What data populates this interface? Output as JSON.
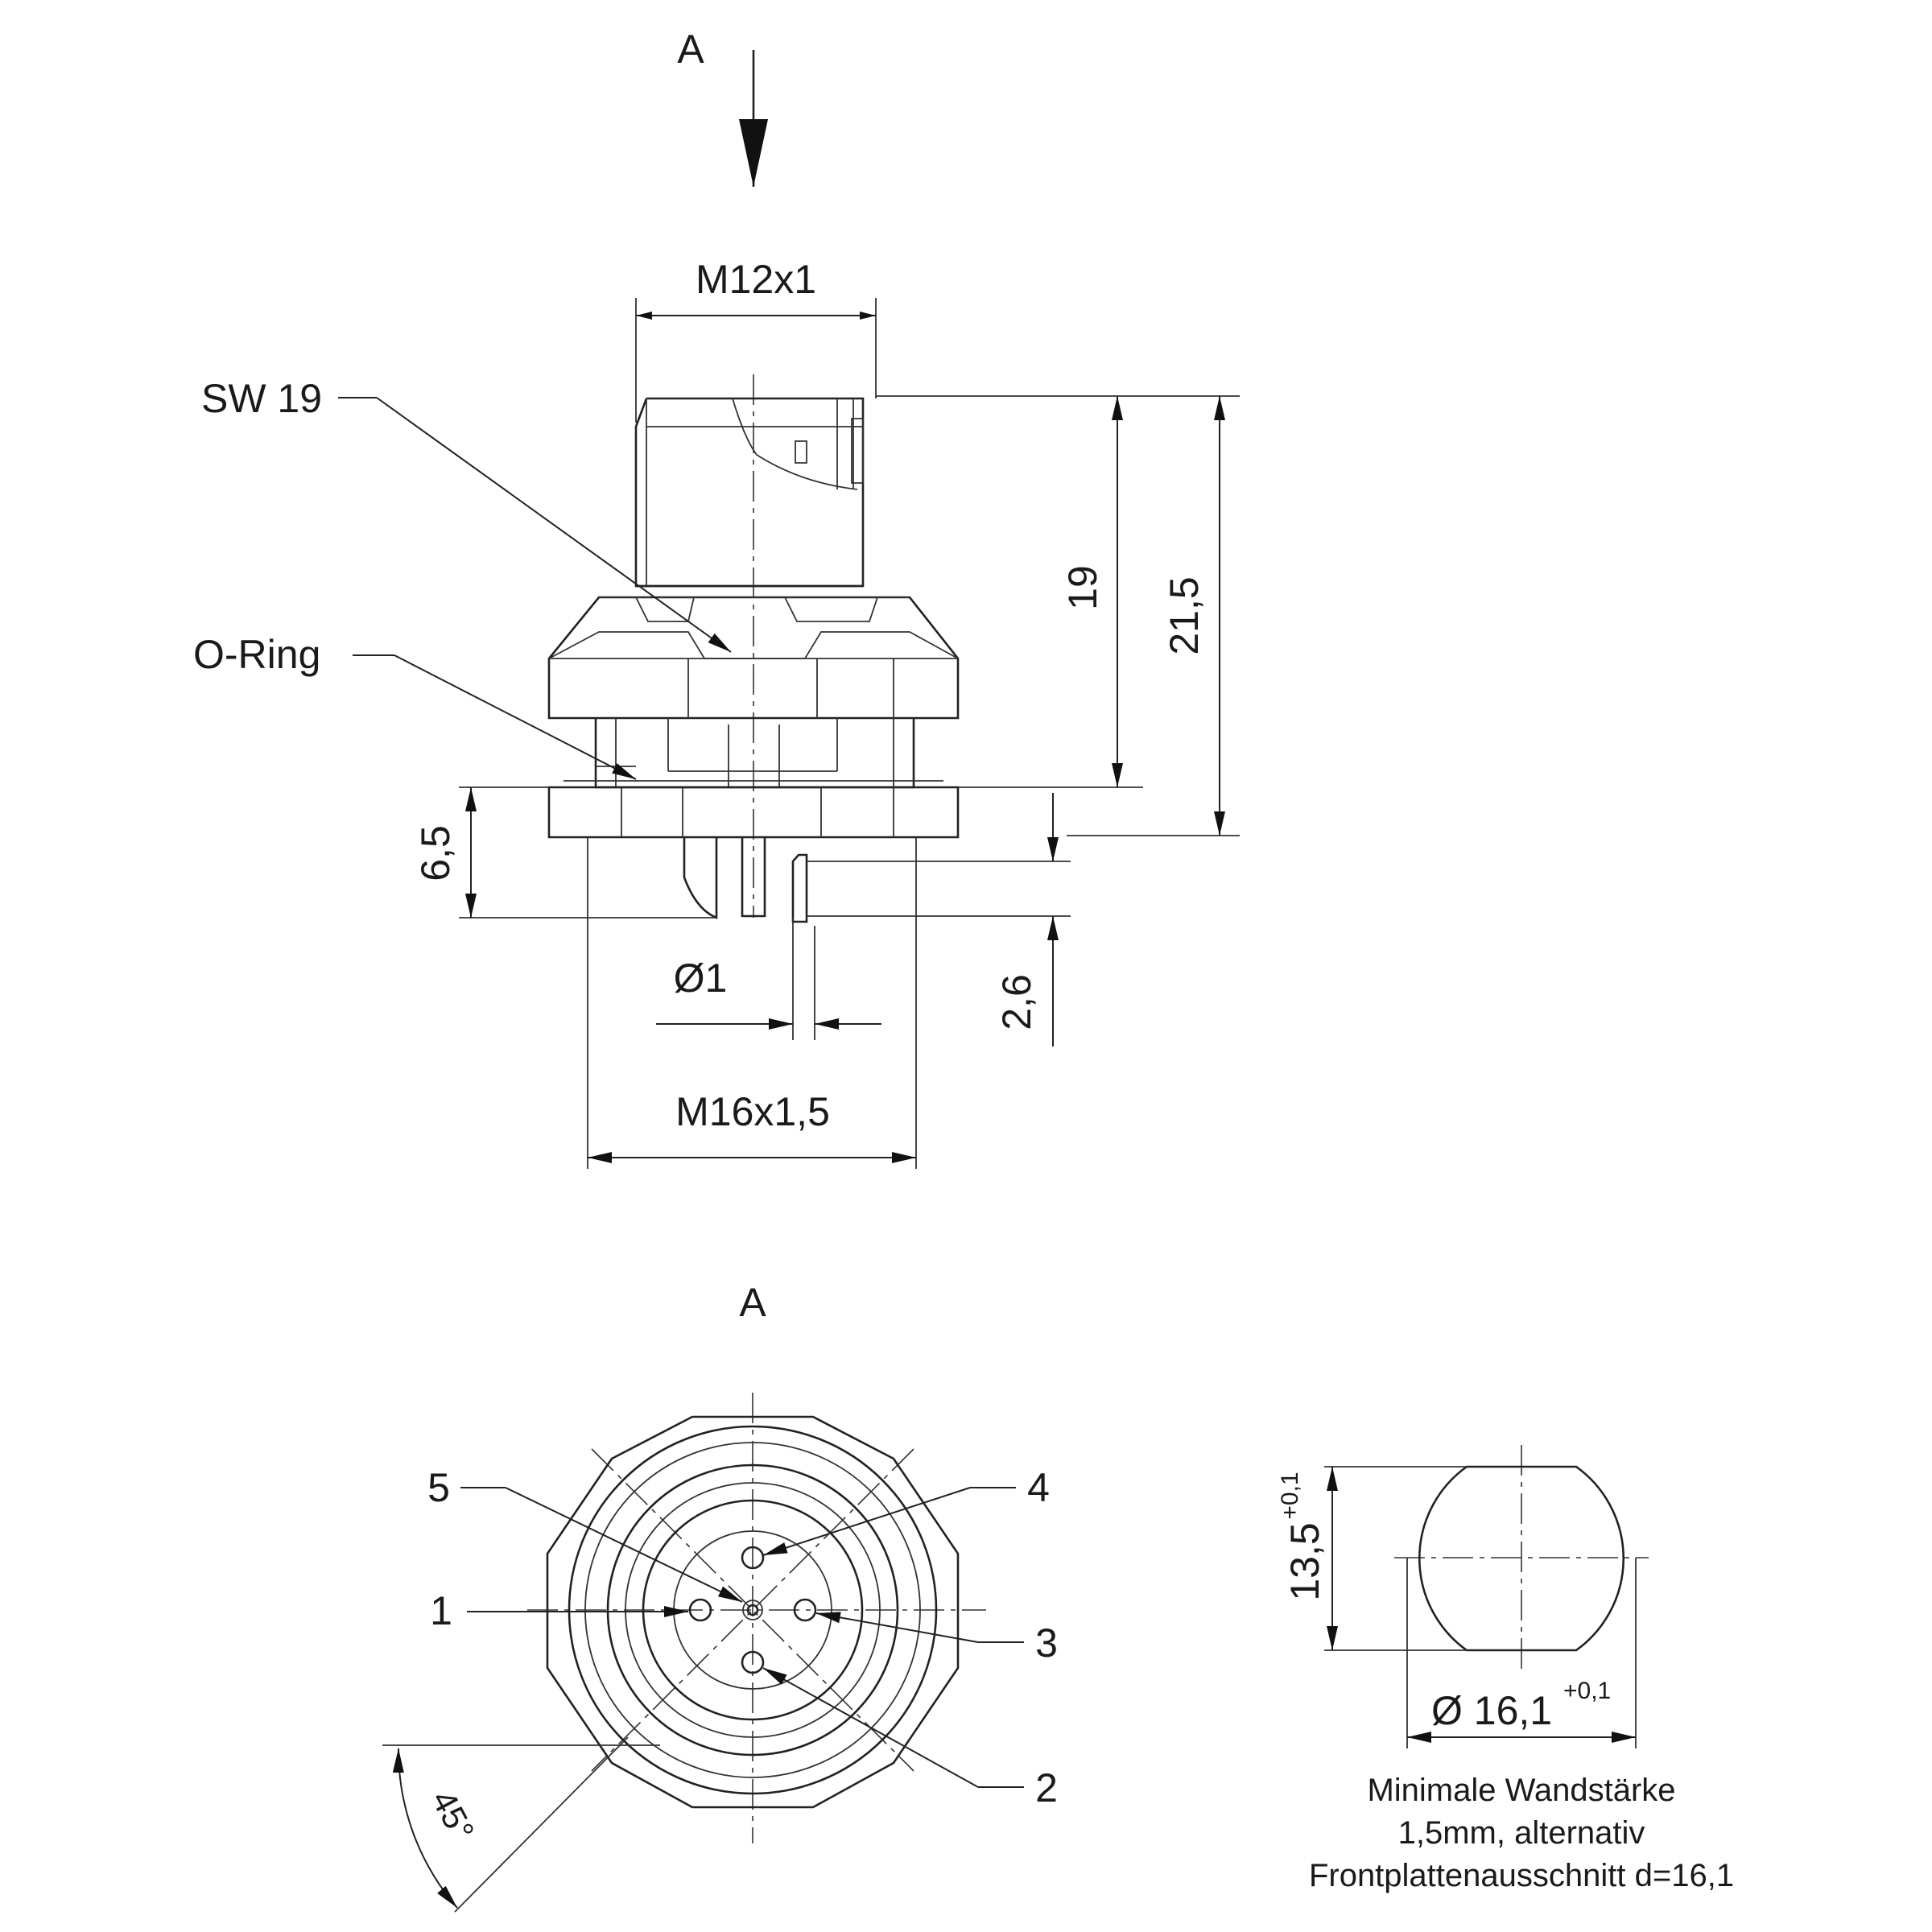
{
  "labels": {
    "view_marker_top": "A",
    "view_marker_bottom": "A",
    "thread_top": "M12x1",
    "wrench_size": "SW 19",
    "oring": "O-Ring",
    "dim_19": "19",
    "dim_21_5": "21,5",
    "dim_6_5": "6,5",
    "pin_diameter": "Ø1",
    "dim_2_6": "2,6",
    "thread_bottom": "M16x1,5",
    "pin_1": "1",
    "pin_2": "2",
    "pin_3": "3",
    "pin_4": "4",
    "pin_5": "5",
    "angle": "45°",
    "cutout_height": "13,5",
    "cutout_height_tol": "+0,1",
    "cutout_diameter": "Ø 16,1",
    "cutout_diameter_tol": "+0,1"
  },
  "note": {
    "line1": "Minimale Wandstärke",
    "line2": "1,5mm, alternativ",
    "line3": "Frontplattenausschnitt d=16,1"
  }
}
